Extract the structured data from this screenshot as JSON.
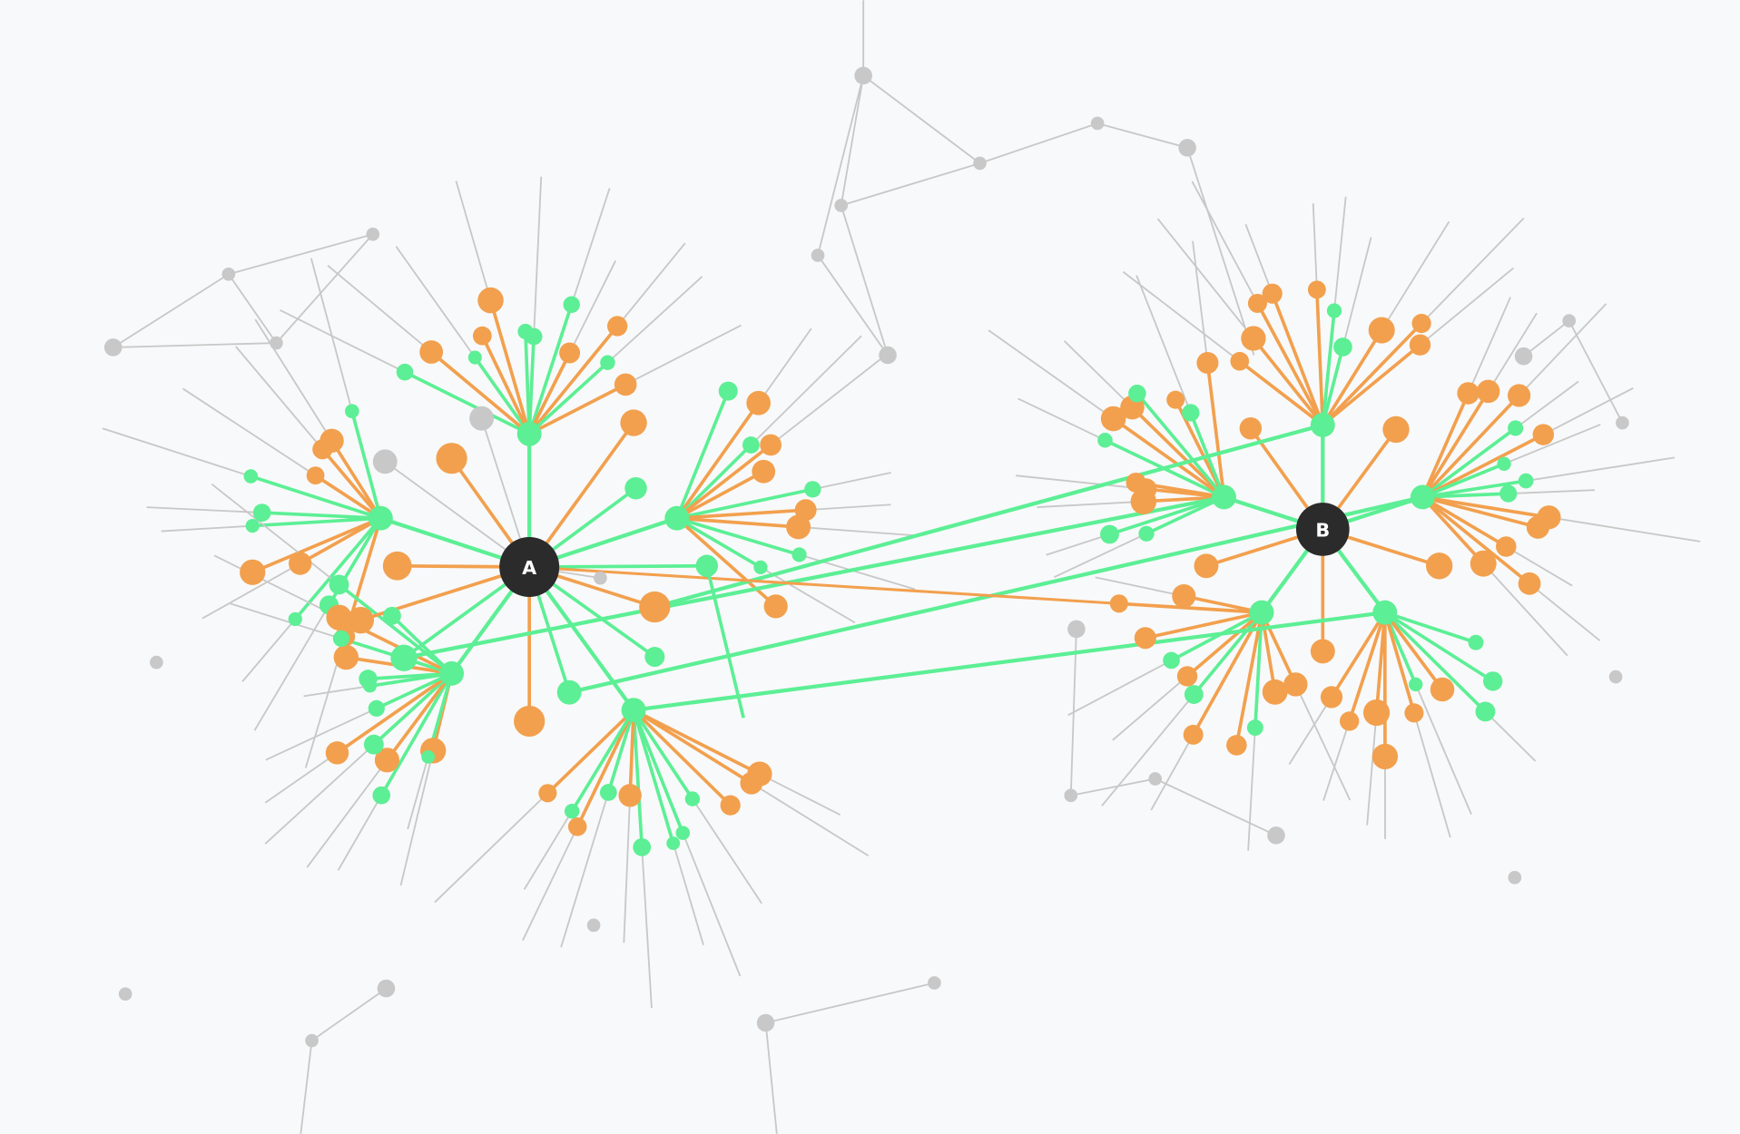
{
  "graph": {
    "hubs": [
      {
        "id": "A",
        "label": "A"
      },
      {
        "id": "B",
        "label": "B"
      }
    ],
    "colors": {
      "background": "#f8f9fa",
      "hub": "#2b2b2b",
      "green": "#5cef95",
      "orange": "#f2a04e",
      "gray": "#c8c8c8"
    }
  }
}
